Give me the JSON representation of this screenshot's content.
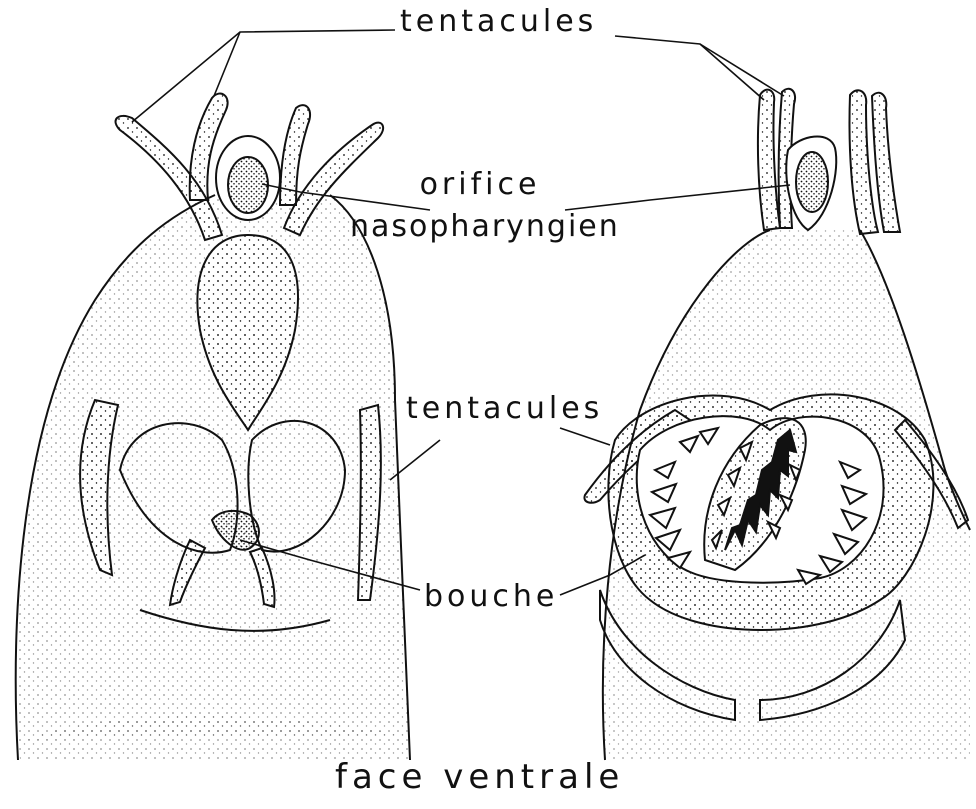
{
  "labels": {
    "tentacules_top": "tentacules",
    "orifice_line1": "orifice",
    "orifice_line2": "nasopharyngien",
    "tentacules_mid": "tentacules",
    "bouche": "bouche",
    "caption": "face ventrale"
  },
  "colors": {
    "ink": "#111111",
    "background": "#ffffff"
  }
}
